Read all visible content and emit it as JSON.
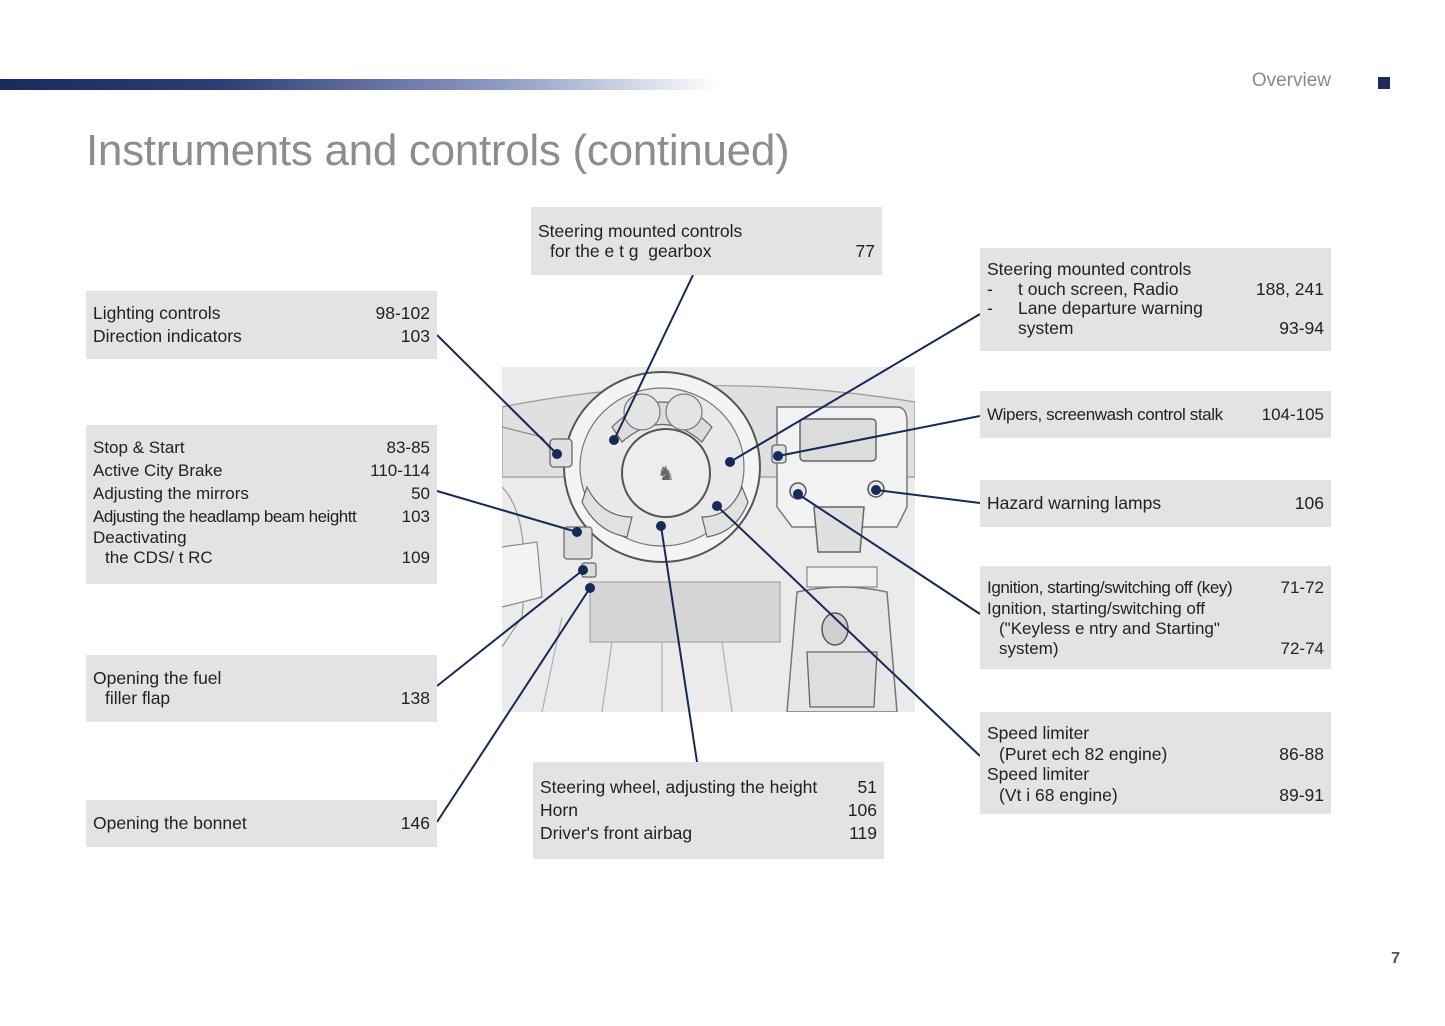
{
  "header": {
    "section": "Overview",
    "page_number": "7"
  },
  "title": "Instruments and controls (continued)",
  "boxes": {
    "lighting": {
      "rows": [
        {
          "label": "Lighting controls",
          "page": "98-102"
        },
        {
          "label": "Direction indicators",
          "page": "103"
        }
      ]
    },
    "stop_start": {
      "rows": [
        {
          "label": "Stop & Start",
          "page": "83-85"
        },
        {
          "label": "Active City Brake",
          "page": "110-114"
        },
        {
          "label": "Adjusting the mirrors",
          "page": "50"
        },
        {
          "label": "Adjusting the headlamp beam heightt",
          "page": "103"
        },
        {
          "label": "Deactivating",
          "page": ""
        },
        {
          "label": "the CDS/ t RC",
          "page": "109"
        }
      ]
    },
    "fuel": {
      "rows": [
        {
          "label": "Opening the fuel",
          "page": ""
        },
        {
          "label": "filler flap",
          "page": "138"
        }
      ]
    },
    "bonnet": {
      "rows": [
        {
          "label": "Opening the bonnet",
          "page": "146"
        }
      ]
    },
    "gearbox": {
      "rows": [
        {
          "label": "Steering mounted controls",
          "page": ""
        },
        {
          "label": "for the e t g  gearbox",
          "page": "77"
        }
      ]
    },
    "wheel": {
      "rows": [
        {
          "label": "Steering wheel, adjusting the height",
          "page": "51"
        },
        {
          "label": "Horn",
          "page": "106"
        },
        {
          "label": "Driver's front airbag",
          "page": "119"
        }
      ]
    },
    "steering_right": {
      "heading": "Steering mounted controls",
      "items": [
        {
          "dash": "-",
          "label": "t ouch screen, Radio",
          "page": "188, 241"
        },
        {
          "dash": "-",
          "label": "Lane departure warning",
          "page": ""
        },
        {
          "dash": "",
          "label": "system",
          "page": "93-94"
        }
      ]
    },
    "wipers": {
      "rows": [
        {
          "label": "Wipers, screenwash control stalk",
          "page": "104-105"
        }
      ]
    },
    "hazard": {
      "rows": [
        {
          "label": "Hazard warning lamps",
          "page": "106"
        }
      ]
    },
    "ignition": {
      "rows": [
        {
          "label": "Ignition, starting/switching off (key)",
          "page": "71-72"
        },
        {
          "label": "Ignition, starting/switching off",
          "page": ""
        },
        {
          "label": "(\"Keyless e ntry and Starting\"",
          "page": ""
        },
        {
          "label": "system)",
          "page": "72-74"
        }
      ]
    },
    "speed": {
      "rows": [
        {
          "label": "Speed limiter",
          "page": ""
        },
        {
          "label": "(Puret ech 82 engine)",
          "page": "86-88"
        },
        {
          "label": "Speed limiter",
          "page": ""
        },
        {
          "label": "(Vt i 68 engine)",
          "page": "89-91"
        }
      ]
    }
  },
  "colors": {
    "accent": "#1b2a5c",
    "box_bg": "#e3e3e4",
    "title": "#8d8d8d",
    "leader": "#162a5a"
  }
}
